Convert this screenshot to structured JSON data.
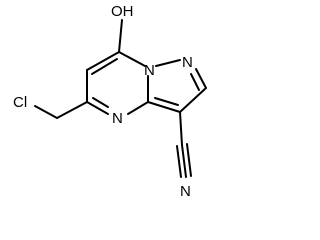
{
  "molecule": {
    "atoms": {
      "hydroxyl": "OH",
      "bridge_nitrogen": "N",
      "pyrazole_nitrogen": "N",
      "pyrimidine_nitrogen": "N",
      "chlorine": "Cl",
      "nitrile_nitrogen": "N"
    },
    "colors": {
      "ink": "#000000",
      "background": "#ffffff"
    }
  }
}
